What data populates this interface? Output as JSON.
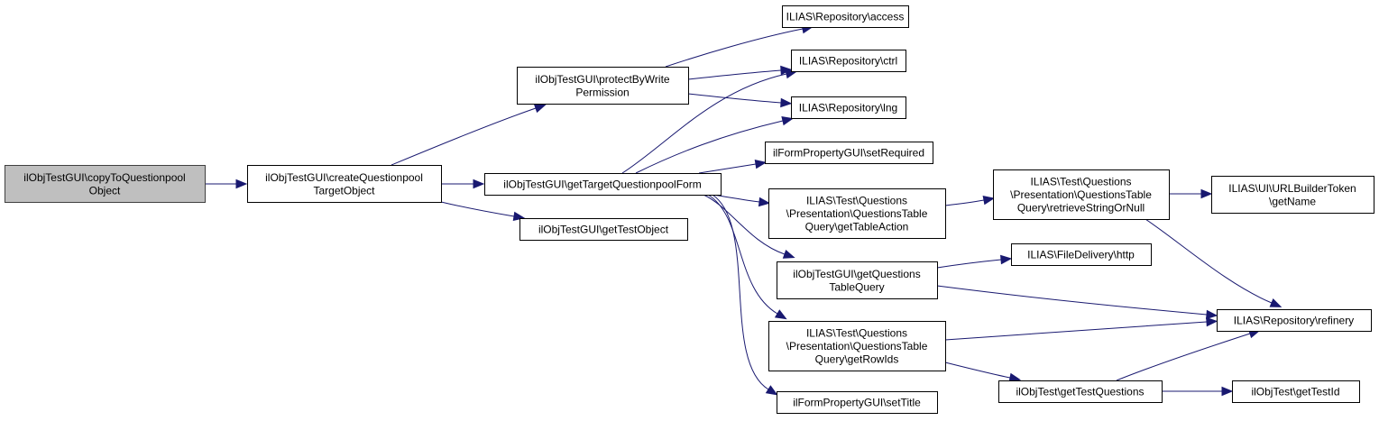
{
  "diagram": {
    "type": "call-graph",
    "edge_color": "#191970",
    "root_fill": "#bfbfbf",
    "nodes": [
      {
        "id": "copyToQuestionpoolObject",
        "lines": [
          "ilObjTestGUI\\copyToQuestionpool",
          "Object"
        ],
        "root": true
      },
      {
        "id": "createQuestionpoolTargetObject",
        "lines": [
          "ilObjTestGUI\\createQuestionpool",
          "TargetObject"
        ]
      },
      {
        "id": "protectByWritePermission",
        "lines": [
          "ilObjTestGUI\\protectByWrite",
          "Permission"
        ]
      },
      {
        "id": "getTargetQuestionpoolForm",
        "lines": [
          "ilObjTestGUI\\getTargetQuestionpoolForm"
        ]
      },
      {
        "id": "getTestObject",
        "lines": [
          "ilObjTestGUI\\getTestObject"
        ]
      },
      {
        "id": "repoAccess",
        "lines": [
          "ILIAS\\Repository\\access"
        ]
      },
      {
        "id": "repoCtrl",
        "lines": [
          "ILIAS\\Repository\\ctrl"
        ]
      },
      {
        "id": "repoLng",
        "lines": [
          "ILIAS\\Repository\\lng"
        ]
      },
      {
        "id": "setRequired",
        "lines": [
          "ilFormPropertyGUI\\setRequired"
        ]
      },
      {
        "id": "getTableAction",
        "lines": [
          "ILIAS\\Test\\Questions",
          "\\Presentation\\QuestionsTable",
          "Query\\getTableAction"
        ]
      },
      {
        "id": "getQuestionsTableQuery",
        "lines": [
          "ilObjTestGUI\\getQuestions",
          "TableQuery"
        ]
      },
      {
        "id": "getRowIds",
        "lines": [
          "ILIAS\\Test\\Questions",
          "\\Presentation\\QuestionsTable",
          "Query\\getRowIds"
        ]
      },
      {
        "id": "setTitle",
        "lines": [
          "ilFormPropertyGUI\\setTitle"
        ]
      },
      {
        "id": "retrieveStringOrNull",
        "lines": [
          "ILIAS\\Test\\Questions",
          "\\Presentation\\QuestionsTable",
          "Query\\retrieveStringOrNull"
        ]
      },
      {
        "id": "fileDeliveryHttp",
        "lines": [
          "ILIAS\\FileDelivery\\http"
        ]
      },
      {
        "id": "getTestQuestions",
        "lines": [
          "ilObjTest\\getTestQuestions"
        ]
      },
      {
        "id": "urlBuilderGetName",
        "lines": [
          "ILIAS\\UI\\URLBuilderToken",
          "\\getName"
        ]
      },
      {
        "id": "repoRefinery",
        "lines": [
          "ILIAS\\Repository\\refinery"
        ]
      },
      {
        "id": "getTestId",
        "lines": [
          "ilObjTest\\getTestId"
        ]
      }
    ],
    "edges": [
      {
        "from": "copyToQuestionpoolObject",
        "to": "createQuestionpoolTargetObject"
      },
      {
        "from": "createQuestionpoolTargetObject",
        "to": "protectByWritePermission"
      },
      {
        "from": "createQuestionpoolTargetObject",
        "to": "getTargetQuestionpoolForm"
      },
      {
        "from": "createQuestionpoolTargetObject",
        "to": "getTestObject"
      },
      {
        "from": "protectByWritePermission",
        "to": "repoAccess"
      },
      {
        "from": "protectByWritePermission",
        "to": "repoCtrl"
      },
      {
        "from": "protectByWritePermission",
        "to": "repoLng"
      },
      {
        "from": "getTargetQuestionpoolForm",
        "to": "repoCtrl"
      },
      {
        "from": "getTargetQuestionpoolForm",
        "to": "repoLng"
      },
      {
        "from": "getTargetQuestionpoolForm",
        "to": "setRequired"
      },
      {
        "from": "getTargetQuestionpoolForm",
        "to": "getTableAction"
      },
      {
        "from": "getTargetQuestionpoolForm",
        "to": "getQuestionsTableQuery"
      },
      {
        "from": "getTargetQuestionpoolForm",
        "to": "getRowIds"
      },
      {
        "from": "getTargetQuestionpoolForm",
        "to": "setTitle"
      },
      {
        "from": "getTableAction",
        "to": "retrieveStringOrNull"
      },
      {
        "from": "retrieveStringOrNull",
        "to": "urlBuilderGetName"
      },
      {
        "from": "retrieveStringOrNull",
        "to": "repoRefinery"
      },
      {
        "from": "getQuestionsTableQuery",
        "to": "fileDeliveryHttp"
      },
      {
        "from": "getQuestionsTableQuery",
        "to": "repoRefinery"
      },
      {
        "from": "getRowIds",
        "to": "repoRefinery"
      },
      {
        "from": "getRowIds",
        "to": "getTestQuestions"
      },
      {
        "from": "getTestQuestions",
        "to": "repoRefinery"
      },
      {
        "from": "getTestQuestions",
        "to": "getTestId"
      }
    ]
  }
}
